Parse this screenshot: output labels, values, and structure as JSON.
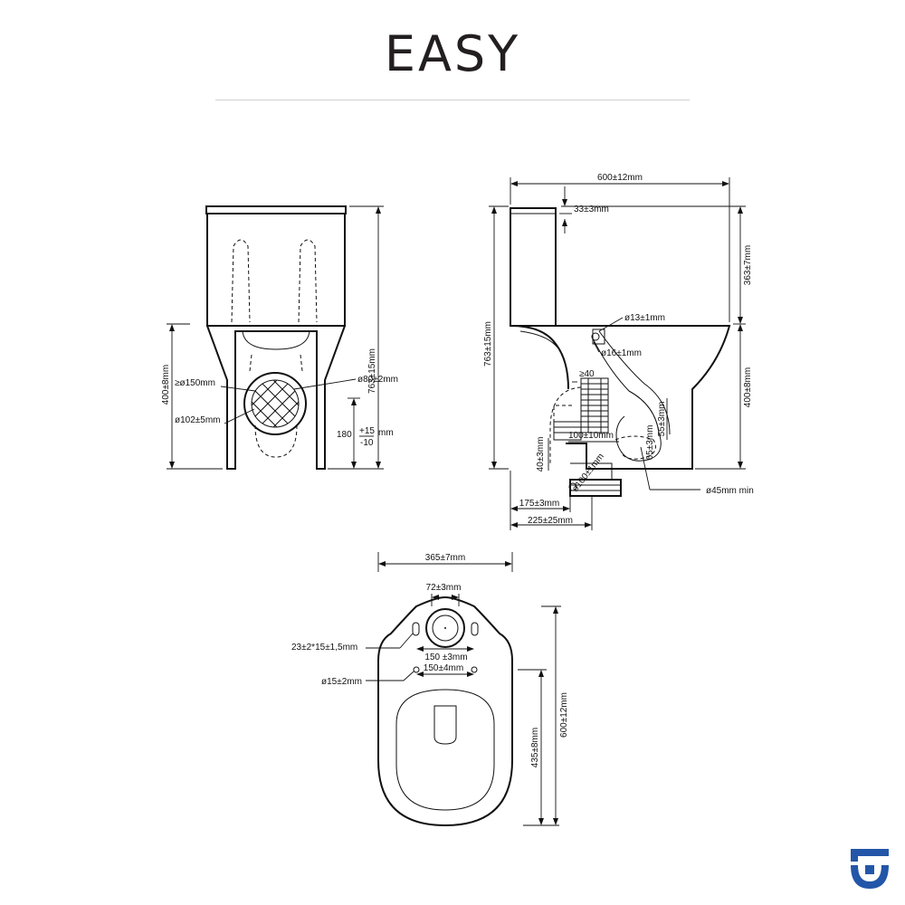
{
  "title": "EASY",
  "front_view": {
    "dim_height_total": "763±15mm",
    "dim_seat_height": "400±8mm",
    "dim_outlet_radius": "≥ø150mm",
    "dim_outlet_diameter": "ø102±5mm",
    "dim_inlet_diameter": "ø80±2mm",
    "dim_outlet_height": "180",
    "dim_outlet_tol_plus": "+15",
    "dim_outlet_tol_minus": "-10",
    "dim_outlet_unit": "mm"
  },
  "side_view": {
    "dim_depth": "600±12mm",
    "dim_lid_offset": "33±3mm",
    "dim_tank_height": "363±7mm",
    "dim_bowl_height": "400±8mm",
    "dim_height_total": "763±15mm",
    "dim_feed_13": "ø13±1mm",
    "dim_feed_16": "ø16±1mm",
    "dim_min_40": "≥40",
    "dim_55": "55±3mm",
    "dim_65": "65±3mm",
    "dim_100": "100±10mm",
    "dim_40": "40±3mm",
    "dim_outlet_diag": "ø100±1mm",
    "dim_45": "ø45mm min",
    "dim_175": "175±3mm",
    "dim_225": "225±25mm"
  },
  "top_view": {
    "dim_width": "365±7mm",
    "dim_72": "72±3mm",
    "dim_slot": "23±2*15±1,5mm",
    "dim_150_slots": "150 ±3mm",
    "dim_150_holes": "150±4mm",
    "dim_hole": "ø15±2mm",
    "dim_435": "435±8mm",
    "dim_600": "600±12mm"
  },
  "colors": {
    "line": "#111111",
    "title": "#231f20",
    "logo": "#2356a8",
    "rule": "#cfcfcf"
  },
  "logo_icon": "brand-logo-icon"
}
